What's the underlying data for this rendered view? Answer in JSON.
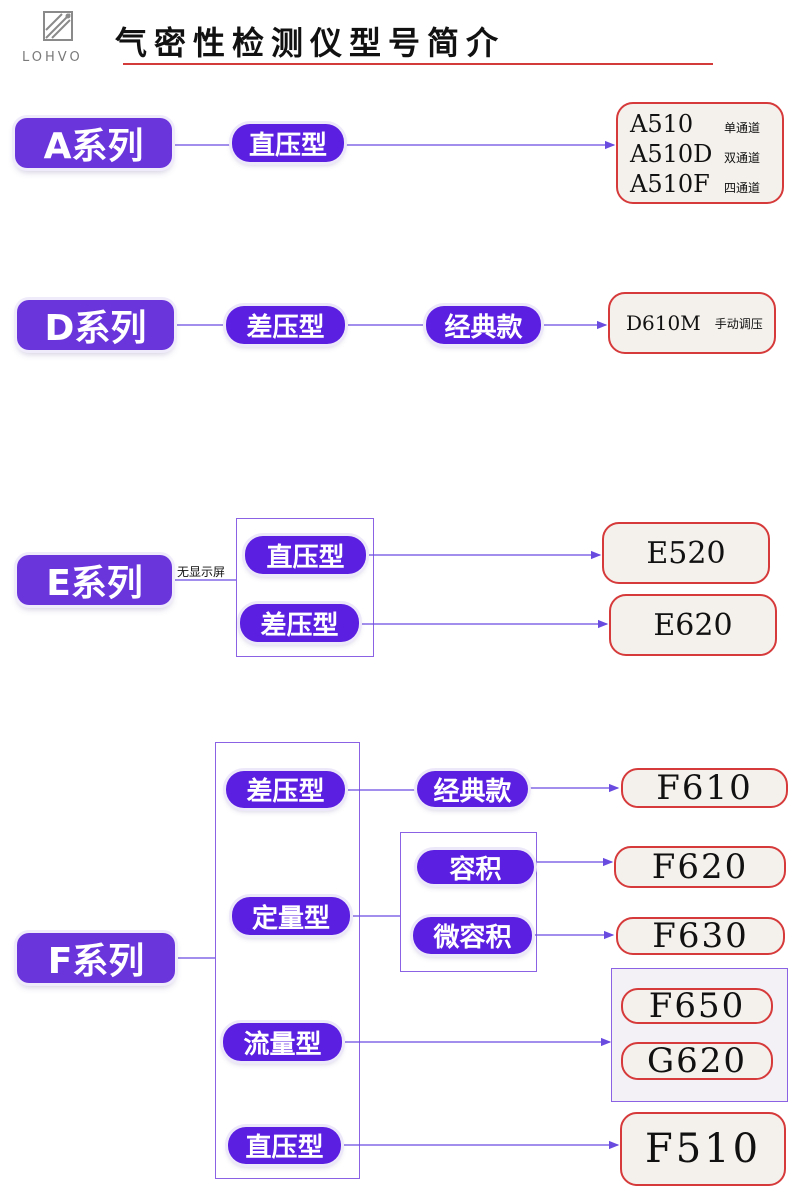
{
  "header": {
    "logo_text": "LOHVO",
    "title": "气密性检测仪型号简介"
  },
  "colors": {
    "series_fill": "#6b35dc",
    "pill_fill": "#5a1fe0",
    "model_border": "#d63a3a",
    "title_rule": "#d33a3a",
    "connector": "#6a4be0"
  },
  "a_series": {
    "label": "A系列",
    "type": "直压型",
    "models": [
      {
        "name": "A510",
        "note": "单通道"
      },
      {
        "name": "A510D",
        "note": "双通道"
      },
      {
        "name": "A510F",
        "note": "四通道"
      }
    ]
  },
  "d_series": {
    "label": "D系列",
    "type": "差压型",
    "variant": "经典款",
    "model": "D610M",
    "model_note": "手动调压"
  },
  "e_series": {
    "label": "E系列",
    "note": "无显示屏",
    "types": [
      "直压型",
      "差压型"
    ],
    "models": [
      "E520",
      "E620"
    ]
  },
  "f_series": {
    "label": "F系列",
    "types": [
      "差压型",
      "定量型",
      "流量型",
      "直压型"
    ],
    "variants": [
      "经典款",
      "容积",
      "微容积"
    ],
    "models": [
      "F610",
      "F620",
      "F630",
      "F650",
      "G620",
      "F510"
    ]
  }
}
